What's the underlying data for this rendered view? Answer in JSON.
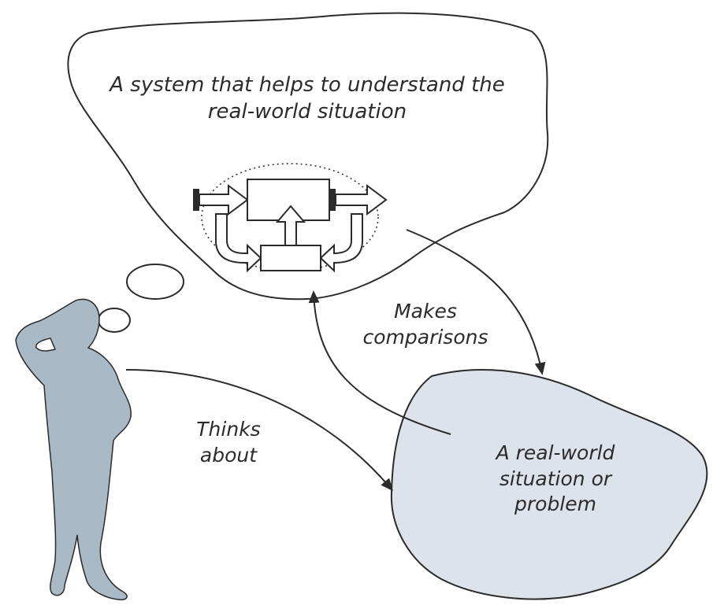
{
  "thought_cloud": {
    "line1": "A system that helps to understand the",
    "line2": "real-world situation"
  },
  "comparison_label": {
    "line1": "Makes",
    "line2": "comparisons"
  },
  "thinks_label": {
    "line1": "Thinks",
    "line2": "about"
  },
  "situation_blob": {
    "line1": "A real-world",
    "line2": "situation or",
    "line3": "problem"
  },
  "colors": {
    "ink": "#2b2b2b",
    "figure_fill": "#a9b9c6",
    "blob_fill": "#dde3ea",
    "background": "#ffffff"
  },
  "icons": {
    "person": "person-thinking-silhouette",
    "system": "system-box-diagram"
  }
}
